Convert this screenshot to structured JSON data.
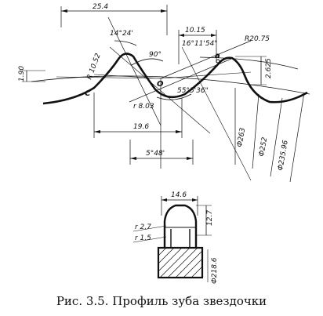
{
  "caption": "Рис. 3.5. Профиль зуба звездочки",
  "profile_drawing": {
    "dimensions": {
      "pitch": "25.4",
      "angle_top": "14°24'",
      "tooth_width_top": "10.15",
      "tooth_angle": "16°11'54\"",
      "radius_outer": "R20.75",
      "right_angle": "90°",
      "radius_left": "R 10.52",
      "height_left": "1.90",
      "height_right": "2.625",
      "radius_root": "r 8.03",
      "angle_center": "55°5'36\"",
      "chord": "19.6",
      "angle_bottom": "5°48'",
      "diameter_263": "Ф263",
      "diameter_252": "Ф252",
      "diameter_235": "Ф235.96"
    },
    "points": {
      "a": "a",
      "o": "O",
      "c": "C"
    }
  },
  "section_drawing": {
    "dimensions": {
      "width": "14.6",
      "height": "12.7",
      "radius_upper": "r 2.7",
      "radius_lower": "r 1.5",
      "diameter": "Ф218.6"
    }
  }
}
